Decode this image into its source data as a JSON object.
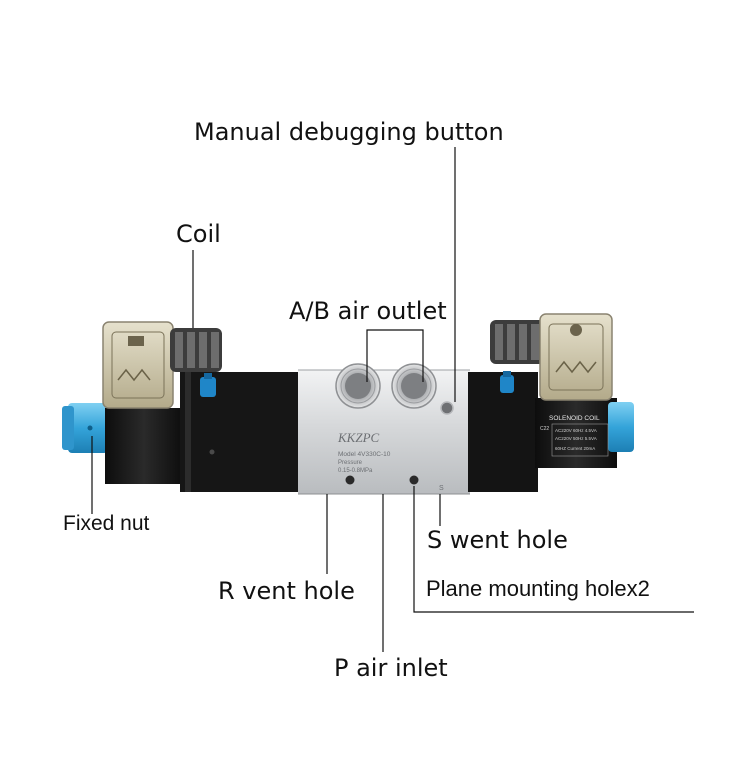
{
  "labels": {
    "manual_button": "Manual debugging button",
    "coil": "Coil",
    "ab_outlet": "A/B air outlet",
    "fixed_nut": "Fixed nut",
    "s_vent": "S went hole",
    "r_vent": "R vent hole",
    "plane_mount": "Plane mounting holex2",
    "p_inlet": "P air inlet"
  },
  "valve_text": {
    "brand": "KKZPC",
    "model": "Model 4V330C-10",
    "pressure_label": "Pressure",
    "pressure": "0.15-0.8MPa",
    "port_s": "S",
    "solenoid_title": "SOLENOID COIL",
    "coil_spec1": "AC220V 60Hz 4.5VA",
    "coil_spec2": "AC220V 50Hz 5.5VA",
    "coil_spec3": "60HZ Current 20mA",
    "coil_code": "C22"
  },
  "colors": {
    "body_metal": "#d9dadc",
    "black_block": "#141414",
    "nut_blue": "#3aa7dc",
    "screw_blue": "#1f86c8",
    "coil_cap": "#cfc7a8",
    "line": "#111111"
  }
}
